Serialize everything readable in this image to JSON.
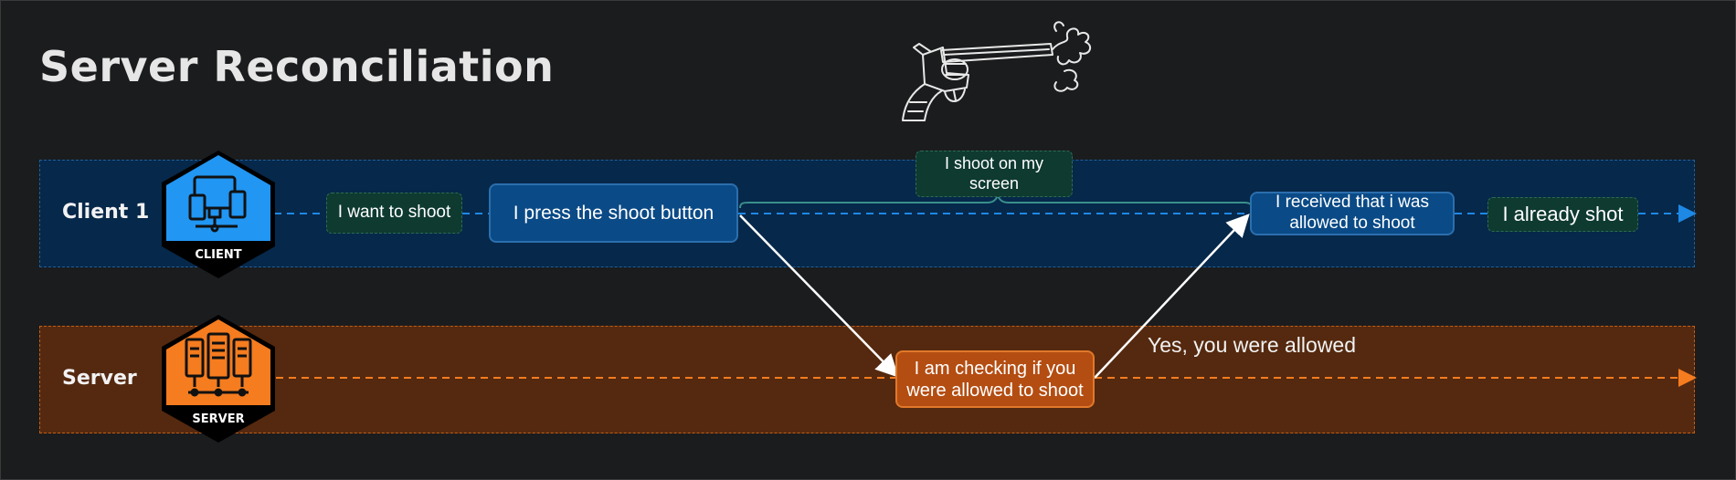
{
  "title": "Server Reconciliation",
  "lanes": {
    "client": {
      "label": "Client 1",
      "badge": "CLIENT",
      "color": "#2196f3",
      "icon": "devices-icon"
    },
    "server": {
      "label": "Server",
      "badge": "SERVER",
      "color": "#f57c1f",
      "icon": "server-rack-icon"
    }
  },
  "steps": {
    "want_to_shoot": "I want to shoot",
    "press_button": "I press the shoot button",
    "shoot_on_screen": "I shoot on my screen",
    "server_checking": "I am checking if you were allowed to shoot",
    "server_reply": "Yes, you were allowed",
    "received_allowed": "I received that i was allowed to shoot",
    "already_shot": "I already shot"
  },
  "decoration": {
    "image": "revolver-icon"
  }
}
